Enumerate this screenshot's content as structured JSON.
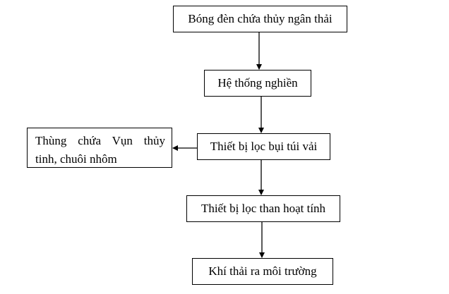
{
  "diagram": {
    "nodes": [
      {
        "id": "n1",
        "label": "Bóng đèn chứa thủy ngân thải"
      },
      {
        "id": "n2",
        "label": "Hệ thống nghiền"
      },
      {
        "id": "n3",
        "label": "Thiết bị lọc bụi túi vải"
      },
      {
        "id": "n4",
        "label": "Thiết bị lọc than hoạt tính"
      },
      {
        "id": "n5",
        "label": "Khí thải ra môi trường"
      },
      {
        "id": "n6",
        "label_line1": "Thùng chứa Vụn thủy",
        "label_line2": "tinh, chuôi nhôm"
      }
    ],
    "edges": [
      {
        "from": "n1",
        "to": "n2"
      },
      {
        "from": "n2",
        "to": "n3"
      },
      {
        "from": "n3",
        "to": "n6"
      },
      {
        "from": "n3",
        "to": "n4"
      },
      {
        "from": "n4",
        "to": "n5"
      }
    ]
  },
  "colors": {
    "stroke": "#000000",
    "background": "#ffffff"
  }
}
